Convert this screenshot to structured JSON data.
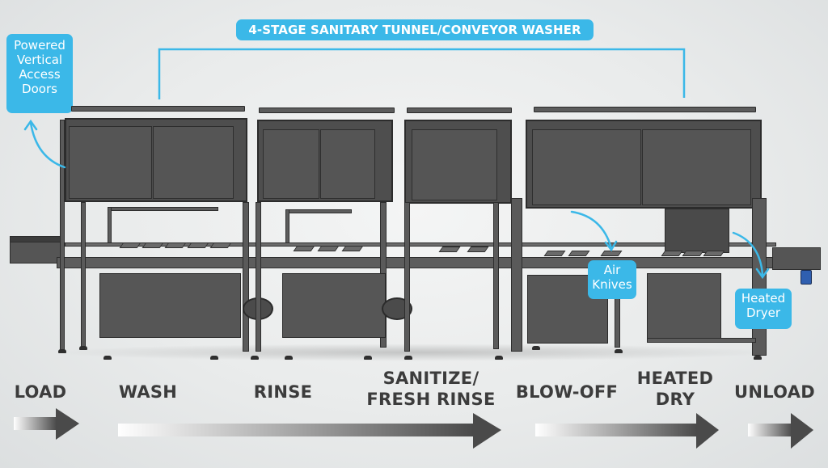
{
  "title": "4-STAGE SANITARY TUNNEL/CONVEYOR WASHER",
  "callouts": {
    "doors": [
      "Powered",
      "Vertical",
      "Access",
      "Doors"
    ],
    "air_knives": [
      "Air",
      "Knives"
    ],
    "heated_dryer": [
      "Heated",
      "Dryer"
    ]
  },
  "stages": [
    {
      "label_lines": [
        "LOAD"
      ]
    },
    {
      "label_lines": [
        "WASH"
      ]
    },
    {
      "label_lines": [
        "RINSE"
      ]
    },
    {
      "label_lines": [
        "SANITIZE/",
        "FRESH RINSE"
      ]
    },
    {
      "label_lines": [
        "BLOW-OFF"
      ]
    },
    {
      "label_lines": [
        "HEATED",
        "DRY"
      ]
    },
    {
      "label_lines": [
        "UNLOAD"
      ]
    }
  ],
  "arrows": [
    {
      "name": "load",
      "from_stage": "LOAD",
      "to_stage": "LOAD"
    },
    {
      "name": "wash-to-sanitize",
      "from_stage": "WASH",
      "to_stage": "SANITIZE/FRESH RINSE"
    },
    {
      "name": "blowoff-to-dry",
      "from_stage": "BLOW-OFF",
      "to_stage": "HEATED DRY"
    },
    {
      "name": "unload",
      "from_stage": "UNLOAD",
      "to_stage": "UNLOAD"
    }
  ],
  "colors": {
    "accent_blue": "#3bb8e8",
    "label_text": "#3c3c3c",
    "machine_gray": "#4e4e4e",
    "background": "#ebeded"
  }
}
